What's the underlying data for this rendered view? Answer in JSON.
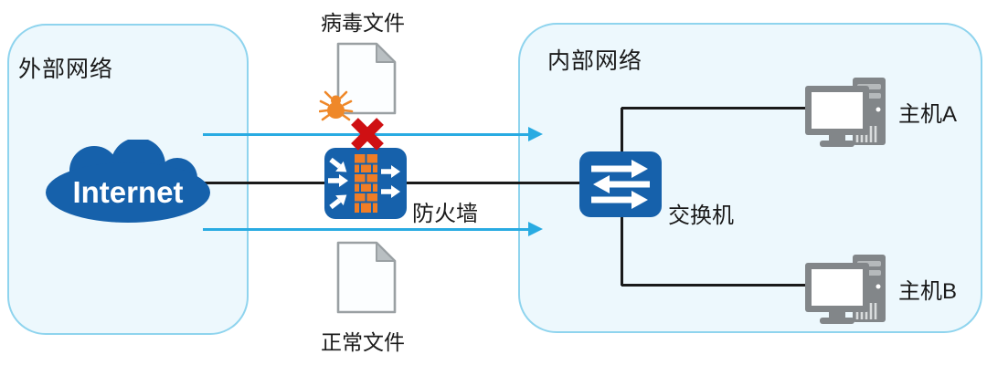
{
  "diagram": {
    "title": "firewall-network-topology",
    "external_zone": {
      "label": "外部网络"
    },
    "internal_zone": {
      "label": "内部网络"
    },
    "cloud": {
      "label": "Internet"
    },
    "virus_file": {
      "label": "病毒文件"
    },
    "normal_file": {
      "label": "正常文件"
    },
    "firewall": {
      "label": "防火墙"
    },
    "switch": {
      "label": "交换机"
    },
    "host_a": {
      "label": "主机A"
    },
    "host_b": {
      "label": "主机B"
    }
  },
  "colors": {
    "blue": "#1661ab",
    "cyan": "#29abe2",
    "box-fill": "#edf8fd",
    "box-border": "#8fd4ee",
    "brick": "#f07d26",
    "bug": "#ef8829",
    "red": "#cf1013",
    "gray": "#828689",
    "slot": "#b5b9bb",
    "line-black": "#1a1a1a",
    "doc-border": "#9aa0a3",
    "doc-fill": "#fcfeff",
    "doc-fold": "#b9bfc2",
    "text": "#1a1a1a"
  }
}
